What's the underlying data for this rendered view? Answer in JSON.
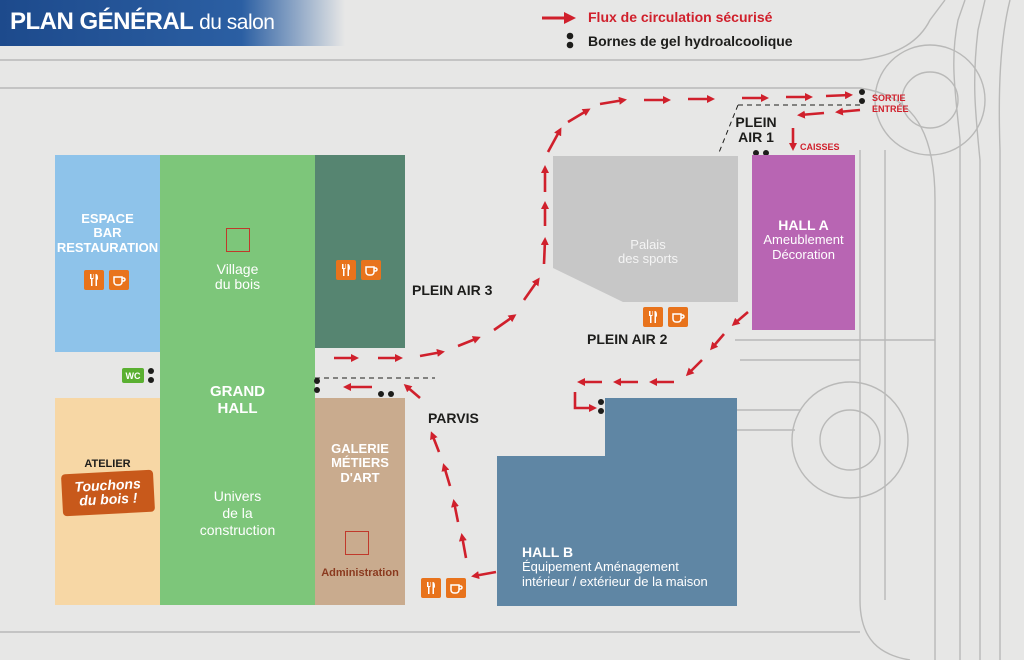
{
  "title": {
    "main": "PLAN GÉNÉRAL",
    "sub": "du salon"
  },
  "legend": {
    "flow": "Flux de circulation sécurisé",
    "gel": "Bornes de gel hydroalcoolique"
  },
  "colors": {
    "blue_title": "#1d4a8c",
    "restaurant": "#8ec3ea",
    "grand_hall": "#7dc67a",
    "plein_air3_block": "#568571",
    "galerie": "#c9ab8e",
    "atelier": "#f7d7a5",
    "palais": "#c7c7c7",
    "hall_a": "#b865b3",
    "hall_b": "#5f86a4",
    "arrow": "#d0202c",
    "icon_orange": "#e8731c",
    "wc_green": "#5ab031"
  },
  "icons": [
    "cutlery-icon",
    "cup-icon",
    "wc-icon",
    "gel-dot-icon"
  ],
  "zones": {
    "restaurant": {
      "line1": "ESPACE",
      "line2": "BAR",
      "line3": "RESTAURATION"
    },
    "wc": "WC",
    "atelier": {
      "label": "ATELIER",
      "logo_line1": "Touchons",
      "logo_line2": "du bois !"
    },
    "grand_hall": {
      "village1": "Village",
      "village2": "du bois",
      "name1": "GRAND",
      "name2": "HALL",
      "univ1": "Univers",
      "univ2": "de la",
      "univ3": "construction"
    },
    "galerie": {
      "line1": "GALERIE",
      "line2": "MÉTIERS",
      "line3": "D'ART",
      "admin": "Administration"
    },
    "plein_air3": "PLEIN AIR 3",
    "parvis": "PARVIS",
    "palais": {
      "line1": "Palais",
      "line2": "des sports"
    },
    "plein_air2": "PLEIN AIR 2",
    "plein_air1": {
      "line1": "PLEIN",
      "line2": "AIR 1"
    },
    "caisses": "CAISSES",
    "sortie": "SORTIE",
    "entree": "ENTRÉE",
    "hall_a": {
      "name": "HALL A",
      "line1": "Ameublement",
      "line2": "Décoration"
    },
    "hall_b": {
      "name": "HALL B",
      "line1": "Équipement Aménagement",
      "line2": "intérieur / extérieur de la maison"
    }
  }
}
